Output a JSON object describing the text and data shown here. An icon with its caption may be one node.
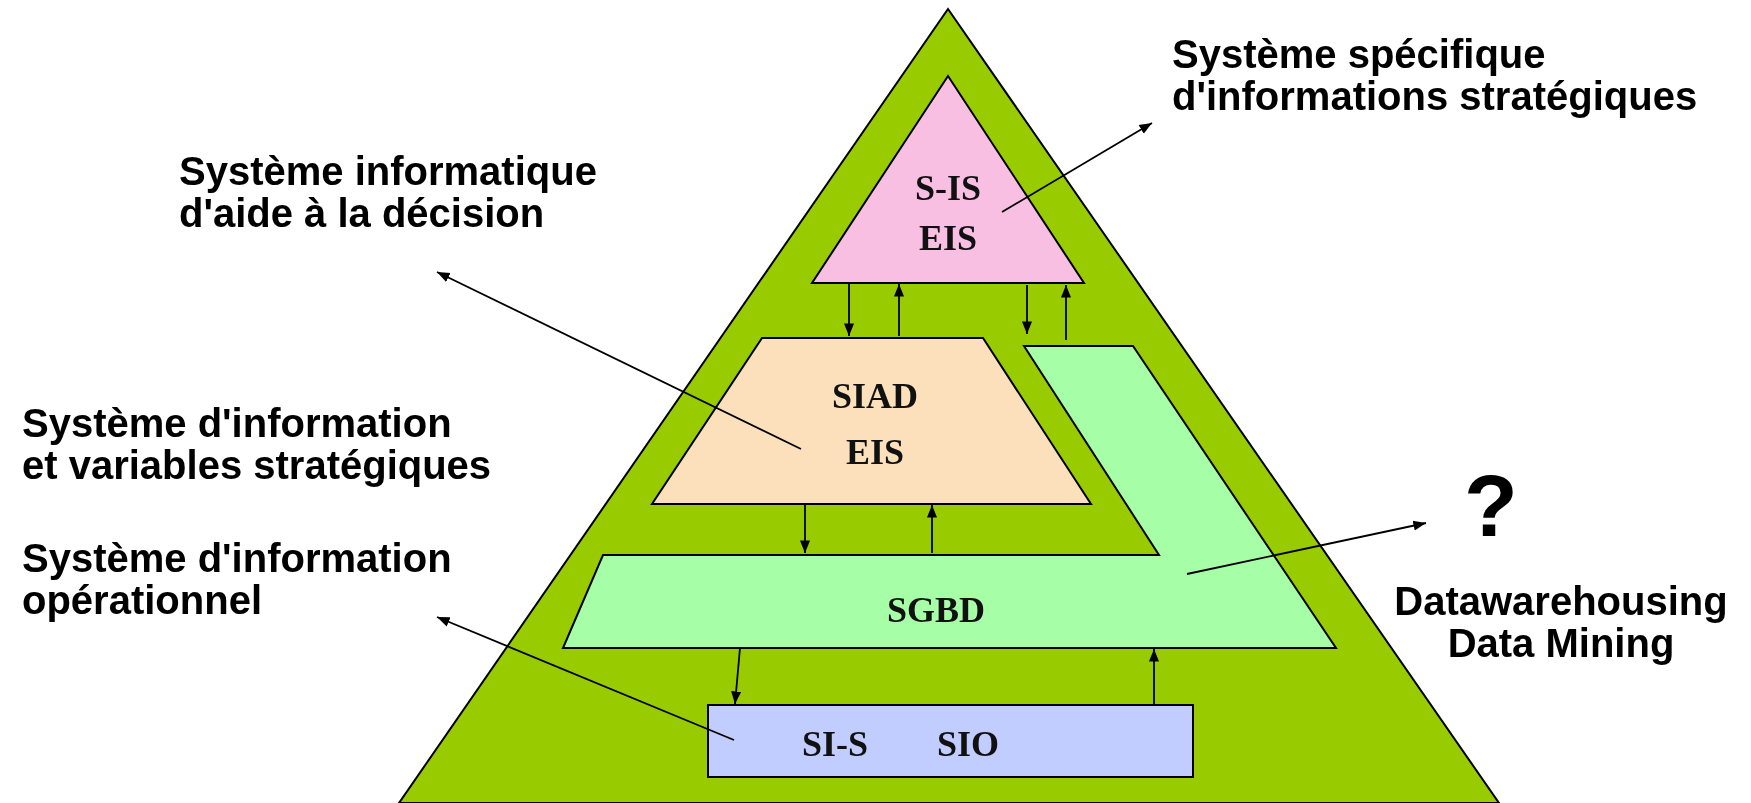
{
  "diagram": {
    "nodes": [
      {
        "text": [],
        "shape": "triangle"
      },
      {
        "text": [
          "S-IS",
          "EIS"
        ],
        "in": 0
      },
      {
        "text": [
          "SIAD",
          "EIS"
        ],
        "in": 0
      },
      {
        "text": [
          "SGBD"
        ],
        "in": 0
      },
      {
        "text": [
          "SI-S",
          "SIO"
        ],
        "in": 0
      },
      {
        "text": [
          "Système spécifique d'informations stratégiques"
        ]
      },
      {
        "text": [
          "Système informatique d'aide à la décision"
        ]
      },
      {
        "text": [
          "Système d'information opérationnel"
        ]
      },
      {
        "text": [
          "?",
          "Datawarehousing Data Mining"
        ]
      }
    ],
    "edges": [
      {
        "from": 1,
        "to": 2,
        "arrow": "to"
      },
      {
        "from": 2,
        "to": 1,
        "arrow": "to"
      },
      {
        "from": 1,
        "to": 3,
        "arrow": "to"
      },
      {
        "from": 3,
        "to": 1,
        "arrow": "to"
      },
      {
        "from": 2,
        "to": 3,
        "arrow": "to"
      },
      {
        "from": 3,
        "to": 2,
        "arrow": "to"
      },
      {
        "from": 3,
        "to": 4,
        "arrow": "to"
      },
      {
        "from": 4,
        "to": 3,
        "arrow": "to"
      },
      {
        "from": 1,
        "to": 5,
        "arrow": "to"
      },
      {
        "from": 2,
        "to": 6,
        "arrow": "to"
      },
      {
        "from": 4,
        "to": 7,
        "arrow": "to"
      },
      {
        "from": 3,
        "to": 8,
        "arrow": "to"
      }
    ],
    "labels": [
      "Système d'information et variables stratégiques"
    ]
  }
}
